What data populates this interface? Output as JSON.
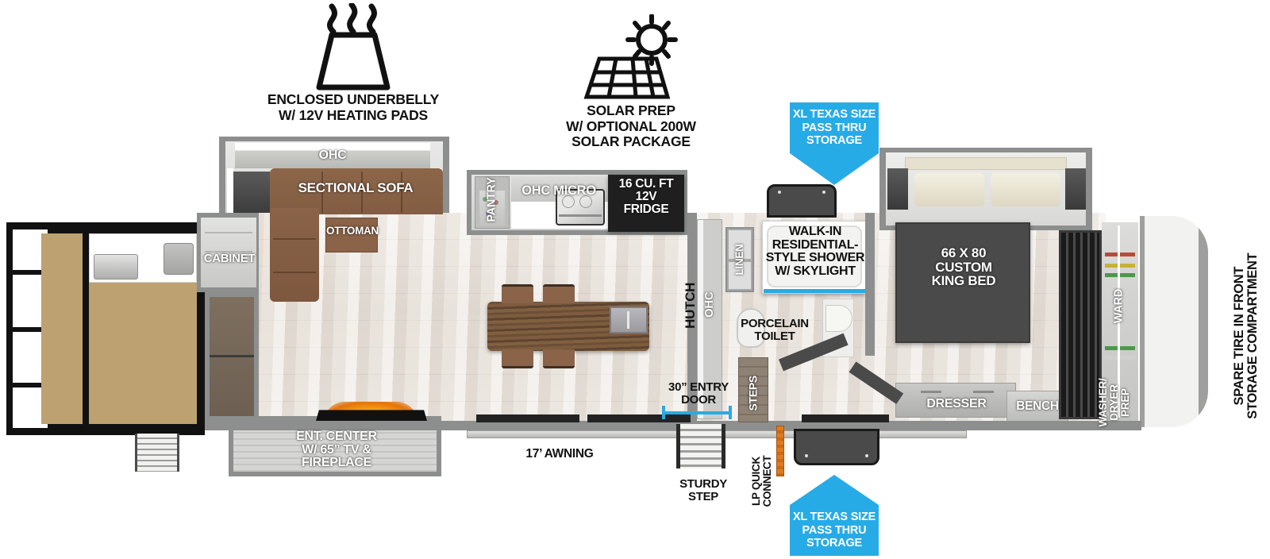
{
  "title": "RV Floorplan",
  "features": [
    {
      "id": "enclosed-underbelly",
      "icon": "heating-pads-icon",
      "caption": "ENCLOSED UNDERBELLY\nW/ 12V HEATING PADS"
    },
    {
      "id": "solar-prep",
      "icon": "solar-panel-icon",
      "caption": "SOLAR PREP\nW/ OPTIONAL 200W\nSOLAR PACKAGE"
    }
  ],
  "callouts": {
    "color": "#27ABE6",
    "top": {
      "text": "XL TEXAS SIZE\nPASS THRU\nSTORAGE",
      "direction": "down"
    },
    "bottom": {
      "text": "XL TEXAS SIZE\nPASS THRU\nSTORAGE",
      "direction": "up"
    }
  },
  "labels": {
    "ohc_living": "OHC",
    "sectional_sofa": "SECTIONAL SOFA",
    "ottoman": "OTTOMAN",
    "cabinet": "CABINET",
    "ent_center": "ENT. CENTER\nW/ 65” TV &\nFIREPLACE",
    "pantry": "PANTRY",
    "ohc_micro": "OHC MICRO",
    "fridge": "16 CU. FT\n12V\nFRIDGE",
    "hutch": "HUTCH",
    "ohc_hall": "OHC",
    "linen": "LINEN",
    "shower": "WALK-IN\nRESIDENTIAL-\nSTYLE SHOWER\nW/ SKYLIGHT",
    "toilet": "PORCELAIN\nTOILET",
    "king_bed": "66 X  80\nCUSTOM\nKING BED",
    "dresser": "DRESSER",
    "bench": "BENCH",
    "ward": "WARD",
    "washer_dryer": "WASHER/\nDRYER\nPREP",
    "spare_tire": "SPARE TIRE IN FRONT\nSTORAGE COMPARTMENT",
    "entry_door": "30” ENTRY\nDOOR",
    "awning": "17’ AWNING",
    "sturdy_step": "STURDY\nSTEP",
    "lp_quick_connect": "LP QUICK\nCONNECT",
    "steps": "STEPS"
  }
}
